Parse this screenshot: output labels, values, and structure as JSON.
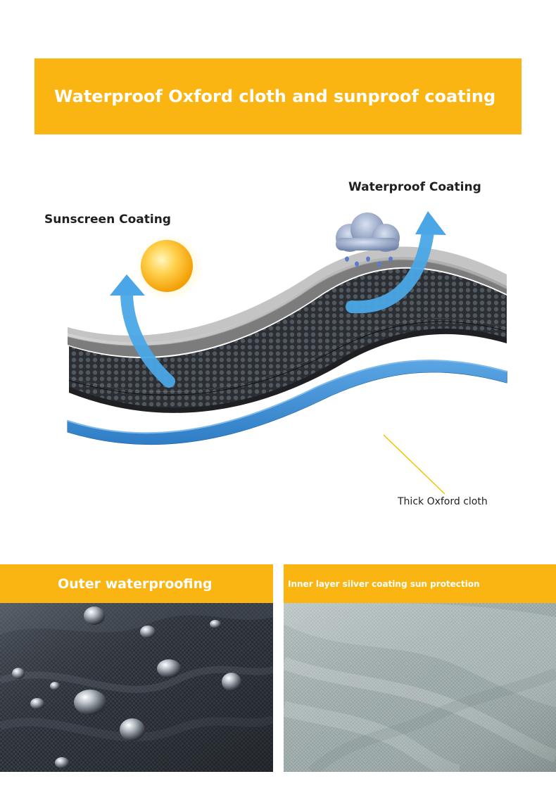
{
  "colors": {
    "accent": "#FBB513",
    "oxford_blue": "#4A98D9",
    "mesh_dark": "#2C2F33",
    "top_gray": "#B9B9B9",
    "arrow_blue": "#4AA6E6"
  },
  "banner": {
    "title": "Waterproof Oxford cloth and sunproof coating"
  },
  "diagram": {
    "labels": {
      "sunscreen": "Sunscreen Coating",
      "waterproof": "Waterproof Coating",
      "oxford": "Thick Oxford cloth"
    },
    "icons": {
      "sun": "sun-icon",
      "cloud": "rain-cloud-icon",
      "arrow": "curved-arrow-icon"
    }
  },
  "panels": {
    "left": {
      "title": "Outer waterproofing"
    },
    "right": {
      "title": "Inner layer silver coating sun protection"
    }
  }
}
